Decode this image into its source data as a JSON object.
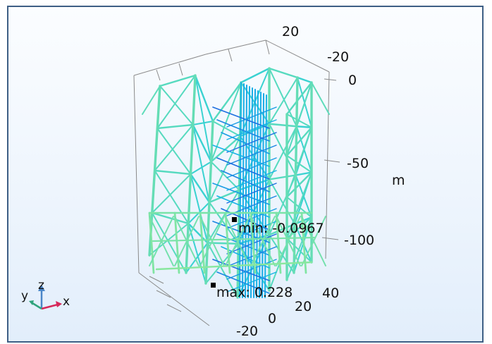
{
  "view": {
    "unit_label": "m",
    "annotations": {
      "min_label": "min: -0.0967",
      "max_label": "max: 0.228"
    },
    "axes": {
      "z_ticks": [
        "0",
        "-50",
        "-100"
      ],
      "y_ticks_top": [
        "20",
        "-20"
      ],
      "x_ticks_bottom": [
        "-20",
        "0",
        "20",
        "40"
      ]
    },
    "triad": {
      "x": "x",
      "y": "y",
      "z": "z"
    },
    "colors": {
      "frame_border": "#3e5f85",
      "beam_low": "#1d6fe0",
      "beam_mid": "#17c9e8",
      "beam_high": "#a4ee8c",
      "triad_x": "#d6285a",
      "triad_y": "#2fa37c",
      "triad_z": "#4a86c8"
    }
  }
}
